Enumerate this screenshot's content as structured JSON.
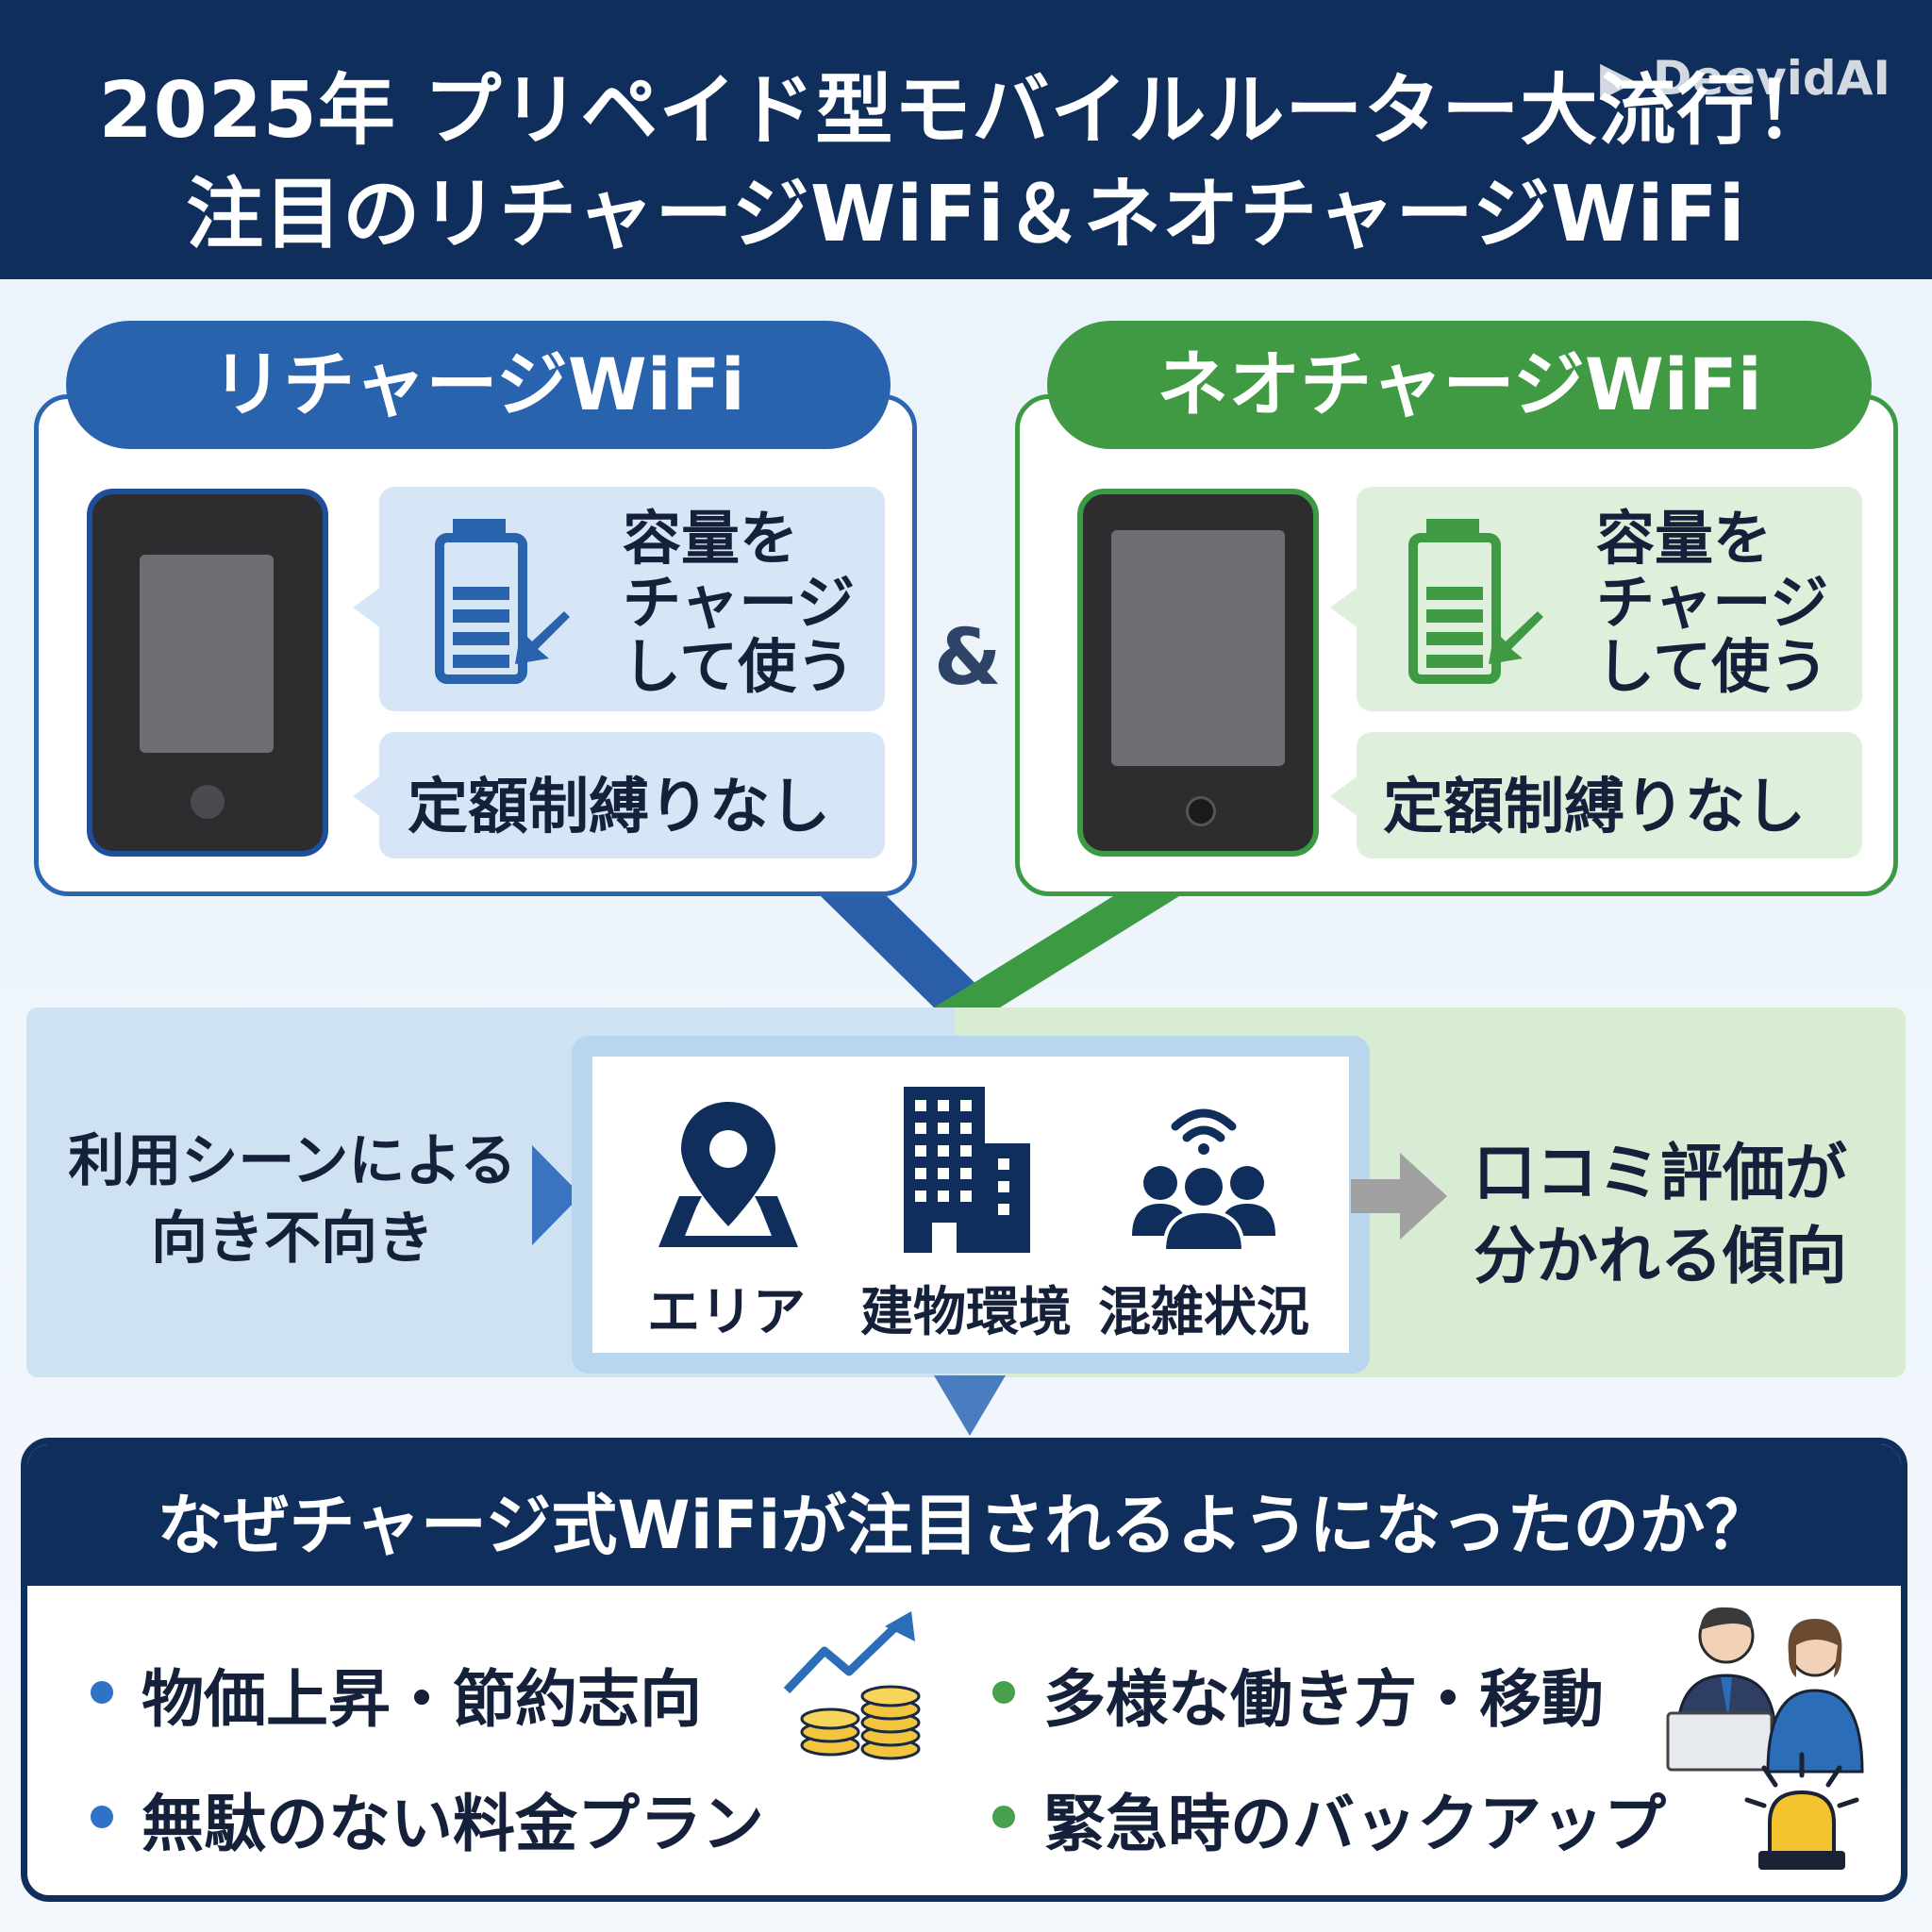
{
  "header": {
    "title_line1": "2025年 プリペイド型モバイルルーター大流行！",
    "title_line2": "注目のリチャージWiFi＆ネオチャージWiFi",
    "watermark": "▶ DeevidAI"
  },
  "products": [
    {
      "name": "リチャージWiFi",
      "charge_text": [
        "容量を",
        "チャージ",
        "して使う"
      ],
      "plan_text": "定額制縛りなし",
      "color": "#2a63ad"
    },
    {
      "name": "ネオチャージWiFi",
      "charge_text": [
        "容量を",
        "チャージ",
        "して使う"
      ],
      "plan_text": "定額制縛りなし",
      "color": "#3f9a43"
    }
  ],
  "ampersand": "&",
  "middle": {
    "scene_label": [
      "利用シーンによる",
      "向き不向き"
    ],
    "factors": [
      "エリア",
      "建物環境",
      "混雑状況"
    ],
    "review_label": [
      "口コミ評価が",
      "分かれる傾向"
    ]
  },
  "why": {
    "title": "なぜチャージ式WiFiが注目されるようになったのか？",
    "reasons": [
      {
        "text": "物価上昇・節約志向",
        "icon": "chart-coins-icon",
        "color": "#2f72c8"
      },
      {
        "text": "多様な働き方・移動",
        "icon": "workers-icon",
        "color": "#47a14c"
      },
      {
        "text": "無駄のない料金プラン",
        "icon": "none",
        "color": "#2f72c8"
      },
      {
        "text": "緊急時のバックアップ",
        "icon": "alarm-light-icon",
        "color": "#47a14c"
      }
    ]
  }
}
